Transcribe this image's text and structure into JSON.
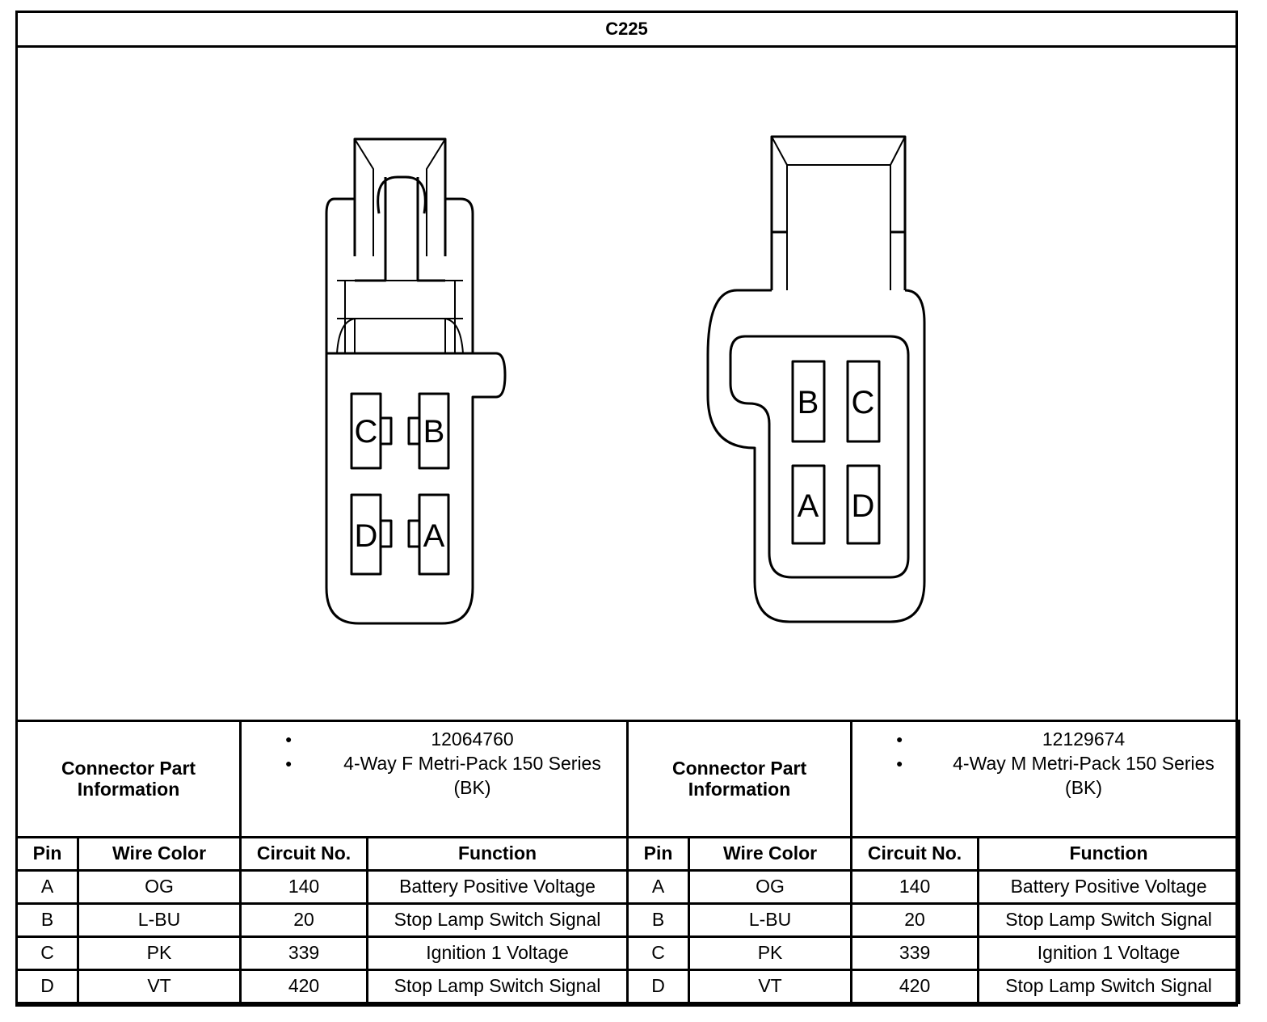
{
  "title": "C225",
  "connectors": [
    {
      "view": "female",
      "pin_labels": [
        "C",
        "B",
        "D",
        "A"
      ]
    },
    {
      "view": "male",
      "pin_labels": [
        "B",
        "C",
        "A",
        "D"
      ]
    }
  ],
  "part_info": [
    {
      "label_line1": "Connector Part",
      "label_line2": "Information",
      "part_number": "12064760",
      "description": "4-Way F Metri-Pack 150 Series (BK)"
    },
    {
      "label_line1": "Connector Part",
      "label_line2": "Information",
      "part_number": "12129674",
      "description": "4-Way M Metri-Pack 150 Series (BK)"
    }
  ],
  "columns": [
    "Pin",
    "Wire Color",
    "Circuit No.",
    "Function"
  ],
  "rows": [
    {
      "pin": "A",
      "wire": "OG",
      "circuit": "140",
      "function": "Battery Positive Voltage"
    },
    {
      "pin": "B",
      "wire": "L-BU",
      "circuit": "20",
      "function": "Stop Lamp Switch Signal"
    },
    {
      "pin": "C",
      "wire": "PK",
      "circuit": "339",
      "function": "Ignition 1 Voltage"
    },
    {
      "pin": "D",
      "wire": "VT",
      "circuit": "420",
      "function": "Stop Lamp Switch Signal"
    }
  ]
}
